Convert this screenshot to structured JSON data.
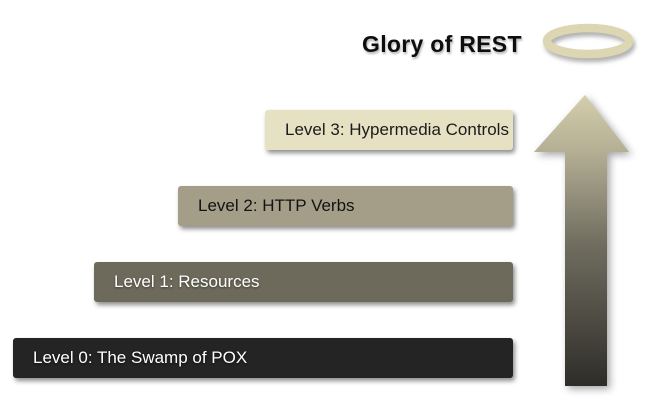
{
  "diagram": {
    "title": "Glory of REST",
    "background_color": "#ffffff",
    "levels": [
      {
        "level": 3,
        "label": "Level 3: Hypermedia Controls",
        "bar_color": "#e7e1c3",
        "text_color": "#1b1b1b"
      },
      {
        "level": 2,
        "label": "Level 2: HTTP Verbs",
        "bar_color": "#a49e88",
        "text_color": "#121212"
      },
      {
        "level": 1,
        "label": "Level 1: Resources",
        "bar_color": "#6d6a5b",
        "text_color": "#ffffff"
      },
      {
        "level": 0,
        "label": "Level 0: The Swamp of POX",
        "bar_color": "#242424",
        "text_color": "#ffffff"
      }
    ],
    "icons": [
      {
        "name": "halo-icon",
        "shape": "ellipse-ring",
        "color": "#ddd6b3"
      },
      {
        "name": "up-arrow-icon",
        "shape": "block-arrow-up",
        "gradient_top": "#d4cead",
        "gradient_middle": "#6f6c5f",
        "gradient_bottom": "#2e2d28"
      }
    ]
  }
}
